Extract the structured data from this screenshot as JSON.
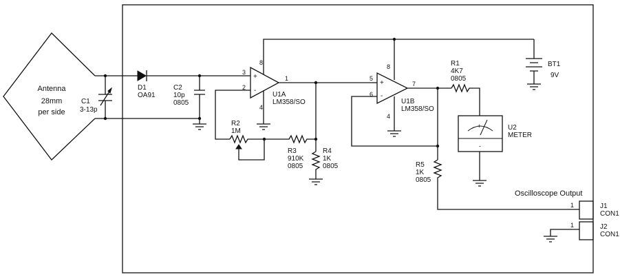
{
  "antenna": {
    "label": "Antenna",
    "size_line1": "28mm",
    "size_line2": "per side"
  },
  "c1": {
    "ref": "C1",
    "value": "3-13p"
  },
  "d1": {
    "ref": "D1",
    "value": "OA91"
  },
  "c2": {
    "ref": "C2",
    "value": "10p",
    "package": "0805"
  },
  "u1a": {
    "ref": "U1A",
    "value": "LM358/SO",
    "pin_noninv": "3",
    "pin_inv": "2",
    "pin_out": "1",
    "pin_vcc": "8",
    "pin_gnd": "4",
    "plus": "+",
    "minus": "-"
  },
  "u1b": {
    "ref": "U1B",
    "value": "LM358/SO",
    "pin_noninv": "5",
    "pin_inv": "6",
    "pin_out": "7",
    "pin_vcc": "8",
    "pin_gnd": "4",
    "plus": "+",
    "minus": "-"
  },
  "r1": {
    "ref": "R1",
    "value": "4K7",
    "package": "0805"
  },
  "r2": {
    "ref": "R2",
    "value": "1M"
  },
  "r3": {
    "ref": "R3",
    "value": "910K",
    "package": "0805"
  },
  "r4": {
    "ref": "R4",
    "value": "1K",
    "package": "0805"
  },
  "r5": {
    "ref": "R5",
    "value": "1K",
    "package": "0805"
  },
  "bt1": {
    "ref": "BT1",
    "value": "9V"
  },
  "u2": {
    "ref": "U2",
    "value": "METER",
    "plus": "+",
    "minus": "-"
  },
  "output_title": "Oscilloscope Output",
  "j1": {
    "ref": "J1",
    "value": "CON1",
    "pin": "1"
  },
  "j2": {
    "ref": "J2",
    "value": "CON1",
    "pin": "1"
  }
}
